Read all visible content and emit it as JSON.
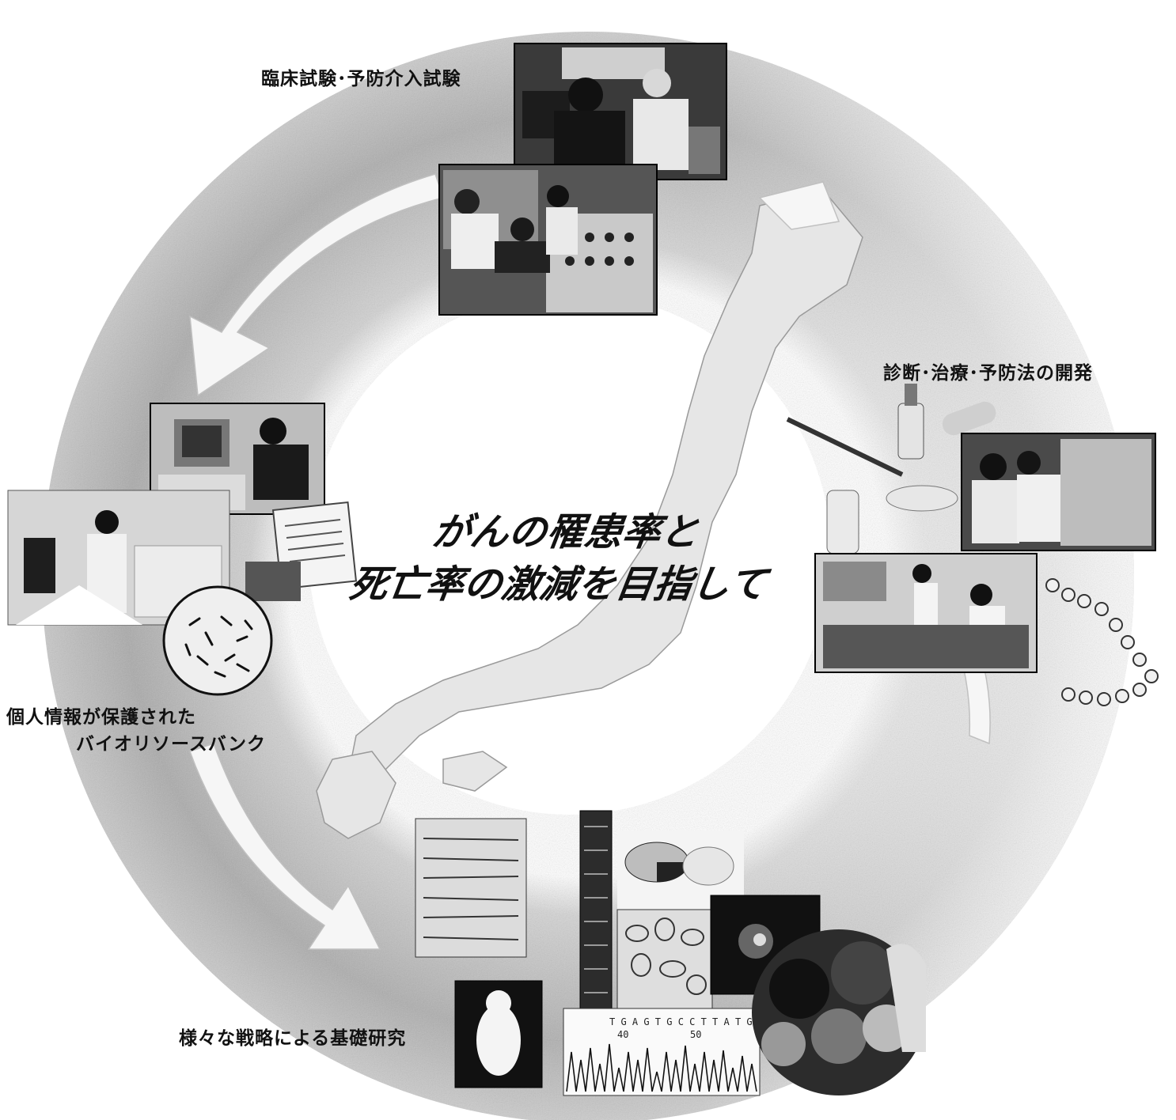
{
  "center_title": {
    "line1": "がんの罹患率と",
    "line2": "死亡率の激減を目指して"
  },
  "stages": {
    "clinical": "臨床試験･予防介入試験",
    "diagnosis": "診断･治療･予防法の開発",
    "biobank_line1": "個人情報が保護された",
    "biobank_line2": "バイオリソースバンク",
    "basic_research": "様々な戦略による基礎研究"
  },
  "sequence_text": "T G A G T G C C T T A T G G A A T T",
  "sequence_numbers": [
    "40",
    "50"
  ],
  "colors": {
    "ring": "#b8b8b8",
    "ring_dark": "#8e8e8e",
    "photo_dark": "#2a2a2a",
    "photo_mid": "#8a8a8a",
    "arrow": "#f4f4f4"
  }
}
